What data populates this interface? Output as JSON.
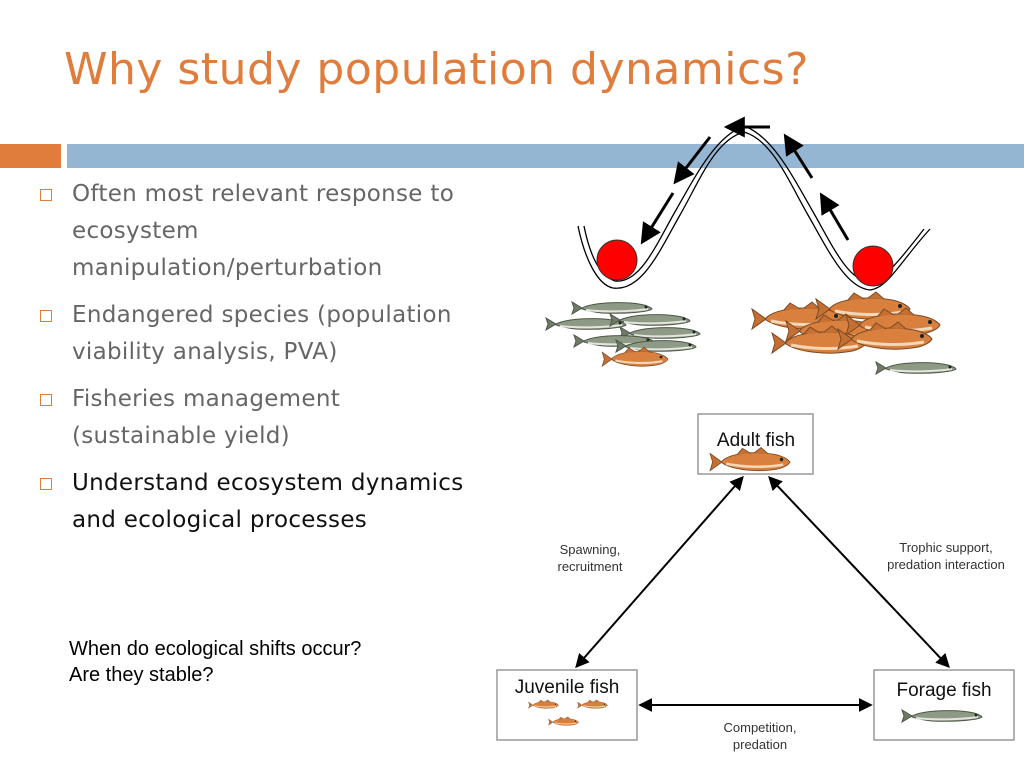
{
  "slide": {
    "title": "Why study population dynamics?",
    "bullets": [
      "Often most relevant response to ecosystem manipulation/perturbation",
      "Endangered species (population viability analysis, PVA)",
      "Fisheries management (sustainable yield)",
      "Understand ecosystem dynamics and ecological processes"
    ],
    "questions": [
      "When do ecological shifts occur?",
      "Are they stable?"
    ],
    "accent_color": "#e07d3c",
    "bar_color": "#94b6d2"
  },
  "diagram": {
    "nodes": {
      "adult": "Adult fish",
      "juvenile": "Juvenile fish",
      "forage": "Forage fish"
    },
    "edges": {
      "spawning": [
        "Spawning,",
        "recruitment"
      ],
      "trophic": [
        "Trophic support,",
        "predation interaction"
      ],
      "competition": [
        "Competition,",
        "predation"
      ]
    },
    "ball_color": "#ff0000"
  }
}
